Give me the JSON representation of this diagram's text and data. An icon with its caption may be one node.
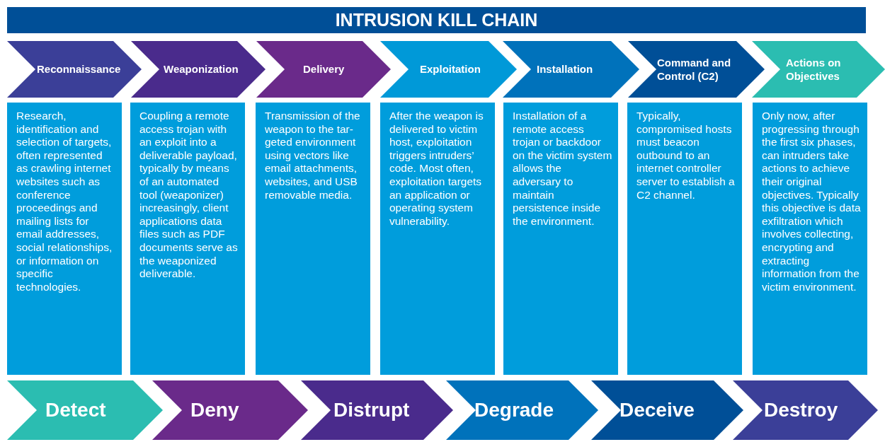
{
  "diagram": {
    "title": "INTRUSION KILL CHAIN",
    "nodes": [
      {
        "text": [
          "Reconnaissance"
        ]
      },
      {
        "text": [
          "Weaponization"
        ]
      },
      {
        "text": [
          "Delivery"
        ]
      },
      {
        "text": [
          "Exploitation"
        ]
      },
      {
        "text": [
          "Installation"
        ]
      },
      {
        "text": [
          "Command and Control (C2)"
        ]
      },
      {
        "text": [
          "Actions on Objectives"
        ]
      },
      {
        "text": [
          "Research, identification and selection of targets, often represented as crawling internet websites such as conference proceedings and mailing lists for email addresses, social relationships, or information on specific technologies."
        ]
      },
      {
        "text": [
          "Coupling a remote access trojan with an exploit into a deliverable payload, typically by means of an automated tool (weaponizer) increasingly, client applications data files such as PDF documents serve as the weaponized deliverable."
        ]
      },
      {
        "text": [
          "Transmission of the weapon to the tar-geted environment using vectors like email attachments, websites, and USB removable media."
        ]
      },
      {
        "text": [
          "After the weapon is delivered to victim host, exploitation triggers intruders’ code. Most often, exploitation targets an application or operating system vulnerability."
        ]
      },
      {
        "text": [
          "Installation of a remote access trojan or backdoor on the victim system allows the adversary to maintain persistence inside the environment."
        ]
      },
      {
        "text": [
          "Typically, compromised hosts must beacon outbound to an internet controller server to establish a C2 channel."
        ]
      },
      {
        "text": [
          "Only now, after progressing through the first six phases, can intruders take actions to achieve their original objectives. Typically this objective is data exfiltration which involves collecting, encrypting and extracting information from the victim environment."
        ]
      },
      {
        "text": [
          "Detect"
        ]
      },
      {
        "text": [
          "Deny"
        ]
      },
      {
        "text": [
          "Distrupt"
        ]
      },
      {
        "text": [
          "Degrade"
        ]
      },
      {
        "text": [
          "Deceive"
        ]
      },
      {
        "text": [
          "Destroy"
        ]
      }
    ]
  }
}
